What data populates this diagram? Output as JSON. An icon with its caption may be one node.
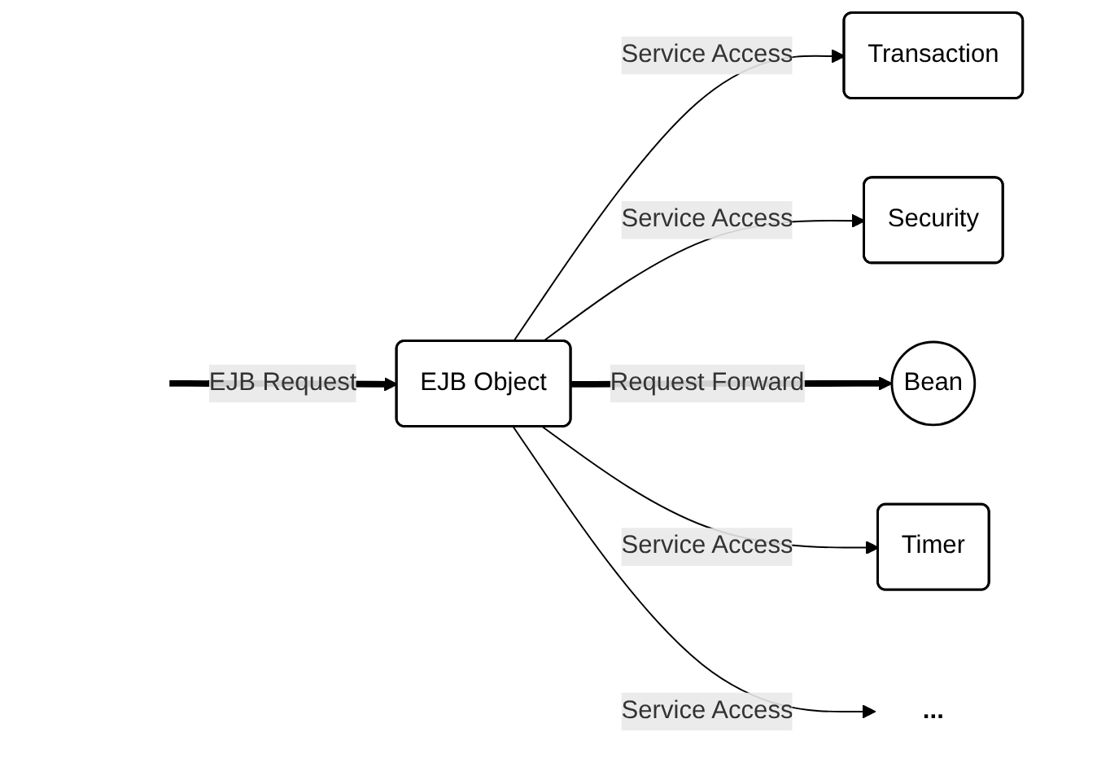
{
  "diagram": {
    "nodes": [
      {
        "text": [
          "EJB Object"
        ]
      },
      {
        "text": [
          "Transaction"
        ]
      },
      {
        "text": [
          "Security"
        ]
      },
      {
        "text": [
          "Bean"
        ]
      },
      {
        "text": [
          "Timer"
        ]
      },
      {
        "text": [
          "..."
        ]
      }
    ],
    "edges": [
      {
        "from": null,
        "to": 0,
        "arrow": "to",
        "label": "EJB Request",
        "style": "thick"
      },
      {
        "from": 0,
        "to": 1,
        "arrow": "to",
        "label": "Service Access"
      },
      {
        "from": 0,
        "to": 2,
        "arrow": "to",
        "label": "Service Access"
      },
      {
        "from": 0,
        "to": 3,
        "arrow": "to",
        "label": "Request Forward",
        "style": "thick"
      },
      {
        "from": 0,
        "to": 4,
        "arrow": "to",
        "label": "Service Access"
      },
      {
        "from": 0,
        "to": 5,
        "arrow": "to",
        "label": "Service Access"
      }
    ]
  }
}
